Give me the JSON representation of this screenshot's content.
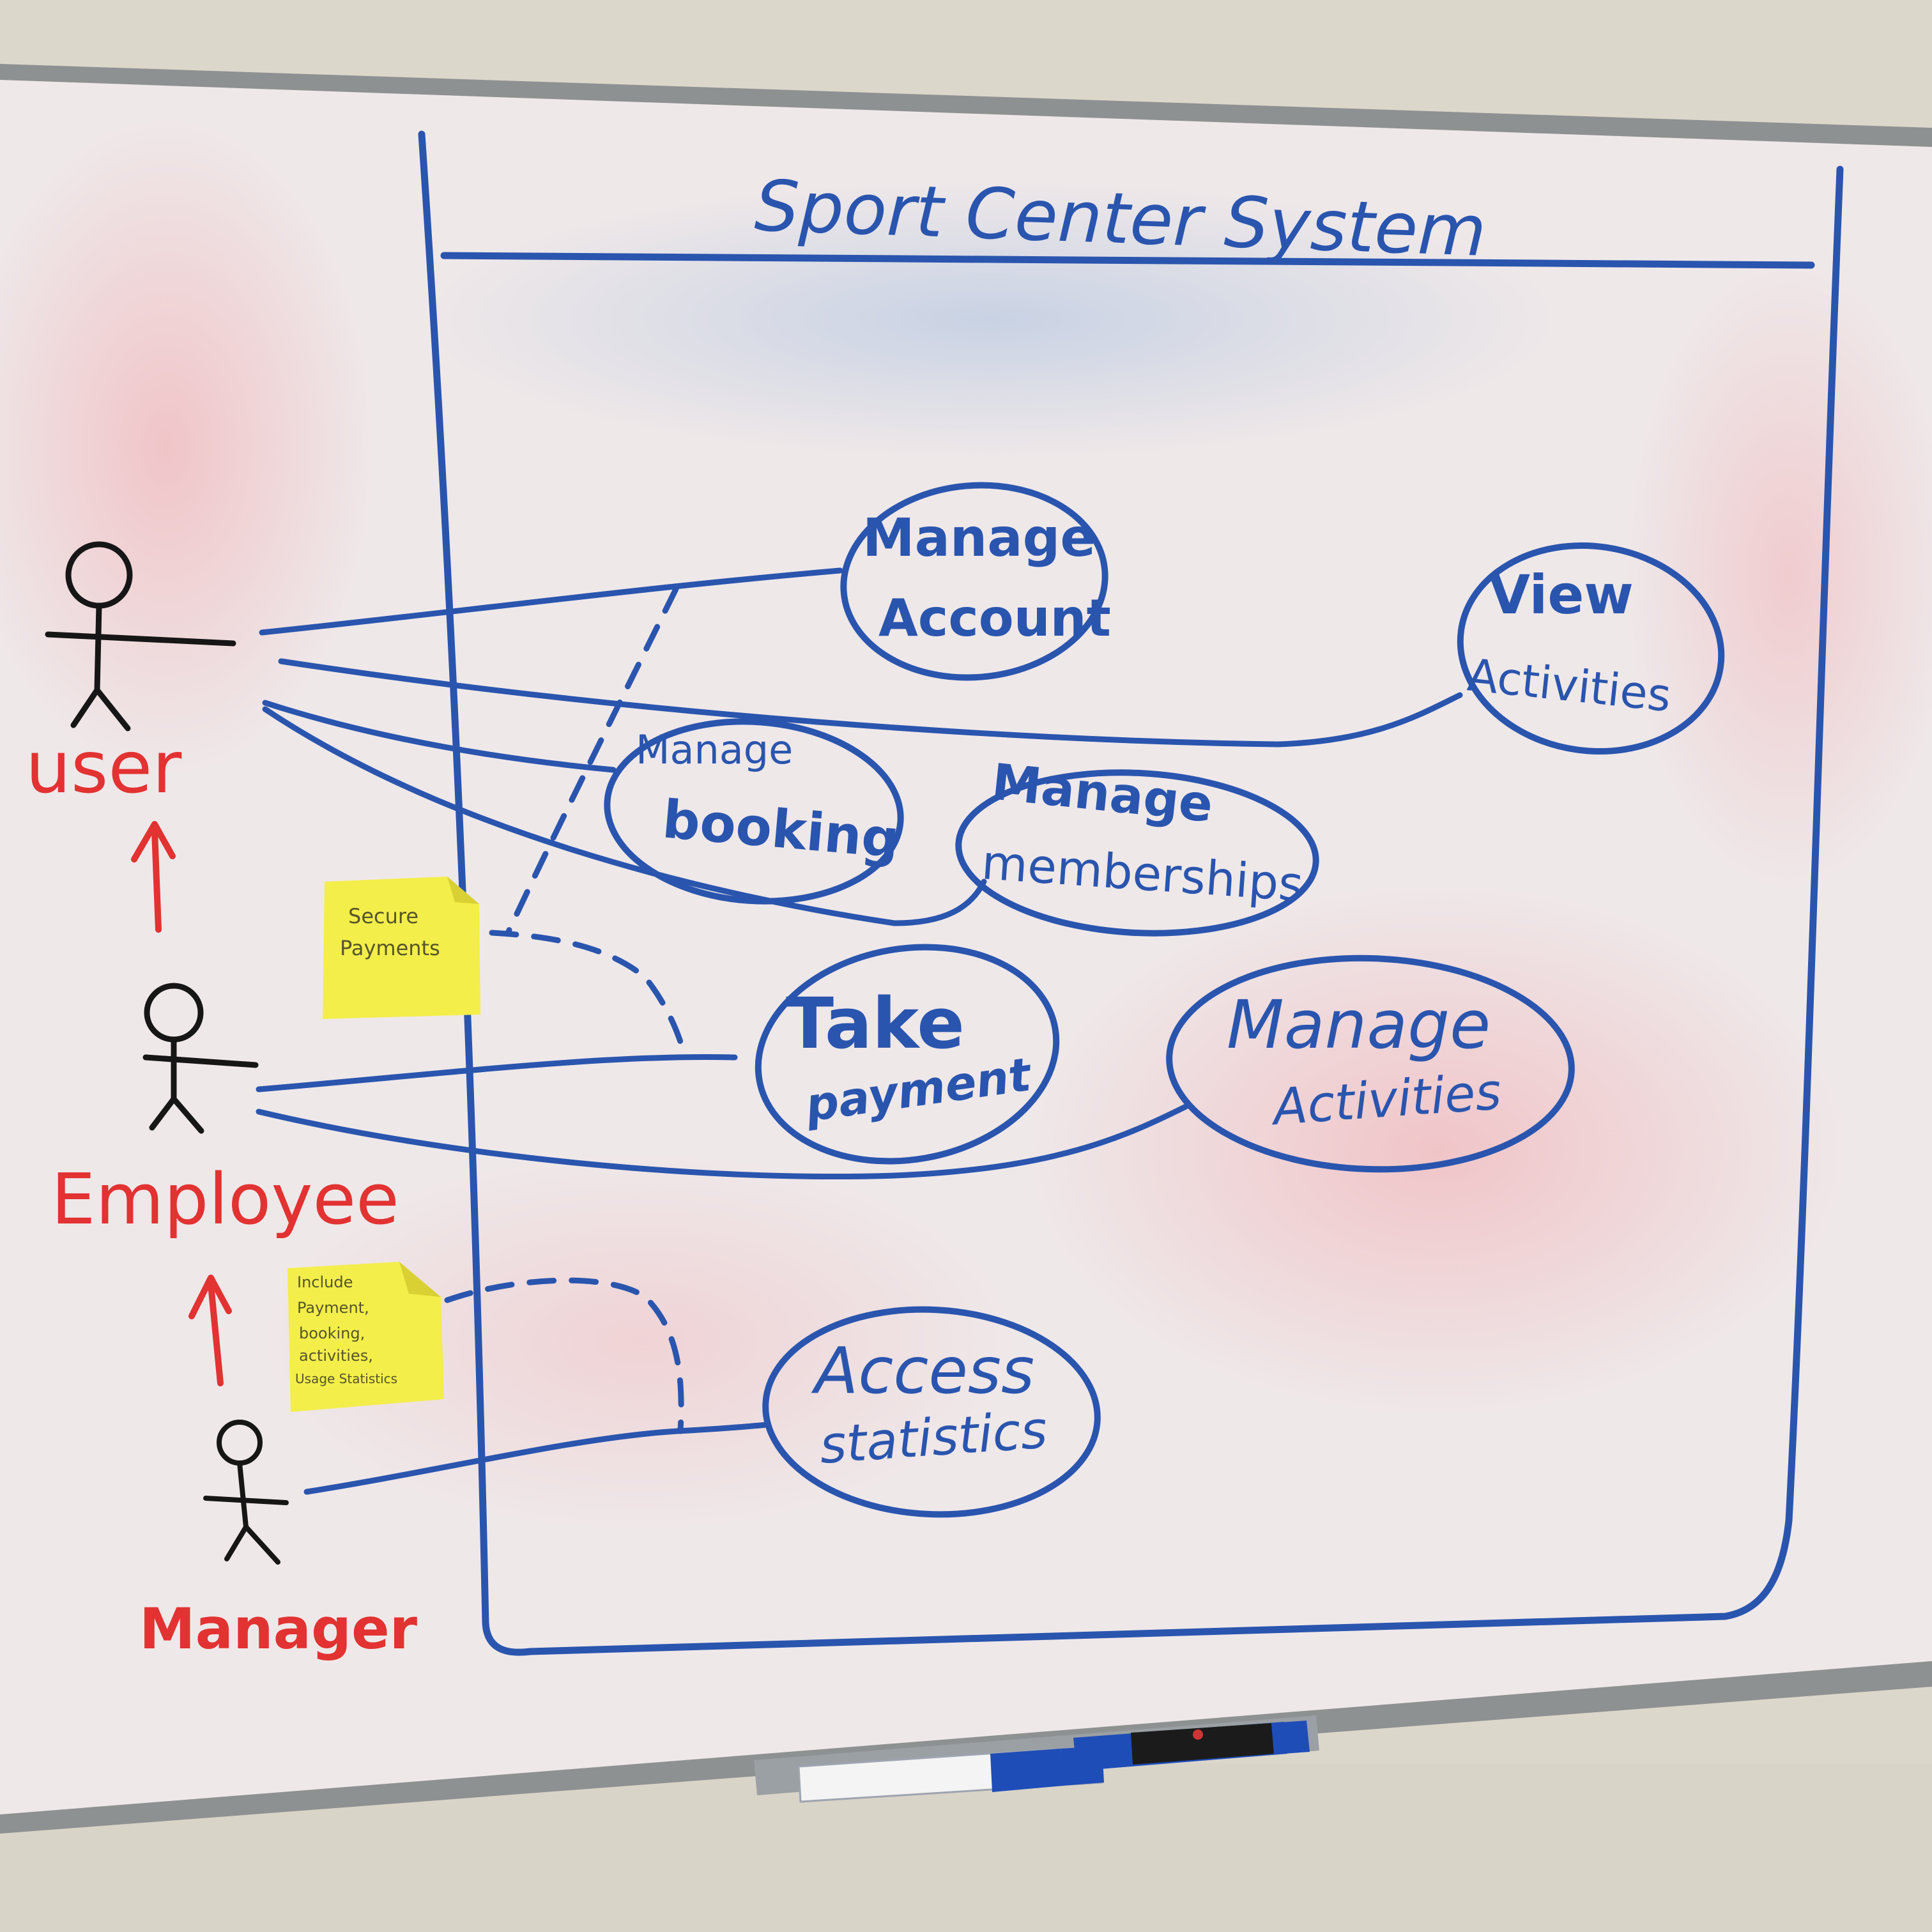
{
  "diagram": {
    "title": "Sport Center System",
    "actors": [
      {
        "id": "user",
        "label": "user"
      },
      {
        "id": "employee",
        "label": "Employee"
      },
      {
        "id": "manager",
        "label": "Manager"
      }
    ],
    "use_cases": [
      {
        "id": "manage-account",
        "lines": [
          "Manage",
          "Account"
        ]
      },
      {
        "id": "view-activities",
        "lines": [
          "View",
          "Activities"
        ]
      },
      {
        "id": "manage-booking",
        "lines": [
          "Manage",
          "booking"
        ]
      },
      {
        "id": "manage-memberships",
        "lines": [
          "Manage",
          "memberships"
        ]
      },
      {
        "id": "take-payment",
        "lines": [
          "Take",
          "payment"
        ]
      },
      {
        "id": "manage-activities",
        "lines": [
          "Manage",
          "Activities"
        ]
      },
      {
        "id": "access-statistics",
        "lines": [
          "Access",
          "statistics"
        ]
      }
    ],
    "sticky_notes": [
      {
        "id": "secure-payments",
        "lines": [
          "Secure",
          "Payments"
        ]
      },
      {
        "id": "include-note",
        "lines": [
          "Include",
          "Payment,",
          "booking,",
          "activities,",
          "Usage Statistics"
        ]
      }
    ]
  },
  "colors": {
    "wall": "#d8d3c7",
    "board": "#efe8e8",
    "ink_blue": "#2a55ae",
    "ink_black": "#161616",
    "ink_red": "#e23232",
    "sticky": "#f3ee4a",
    "frame": "#8d8f90"
  }
}
